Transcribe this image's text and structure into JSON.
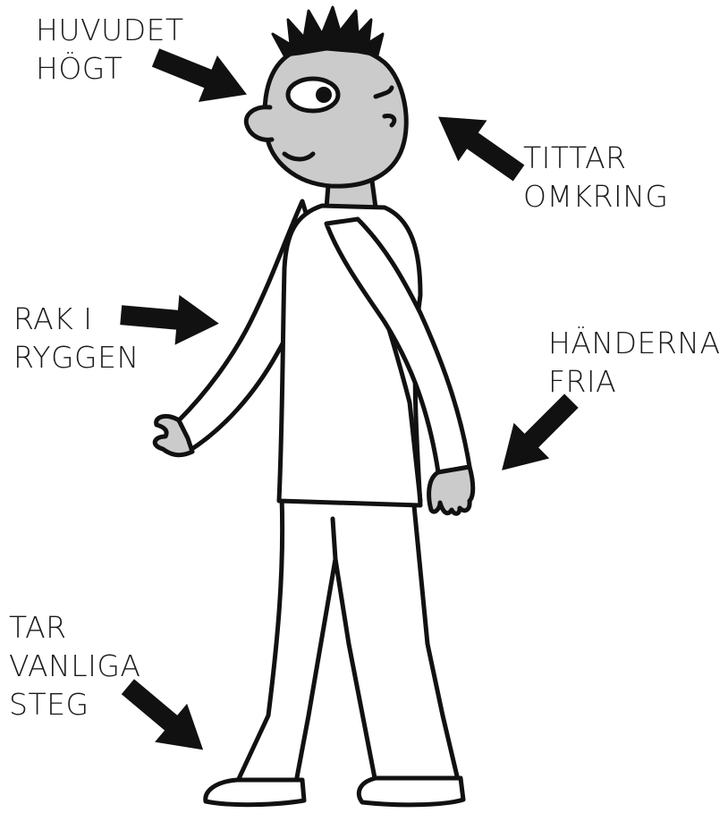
{
  "labels": {
    "head_high": [
      "HUVUDET",
      "HÖGT"
    ],
    "looking_around": [
      "TITTAR",
      "OMKRING"
    ],
    "straight_back": [
      "RAK I",
      "RYGGEN"
    ],
    "hands_free": [
      "HÄNDERNA",
      "FRIA"
    ],
    "normal_steps": [
      "TAR",
      "VANLIGA",
      "STEG"
    ]
  },
  "colors": {
    "ink": "#111111",
    "skin": "#cbcbcb",
    "clothes": "#ffffff",
    "label_text": "#1a1a1a"
  },
  "icons": [
    "arrow-icon",
    "walking-person-figure"
  ]
}
